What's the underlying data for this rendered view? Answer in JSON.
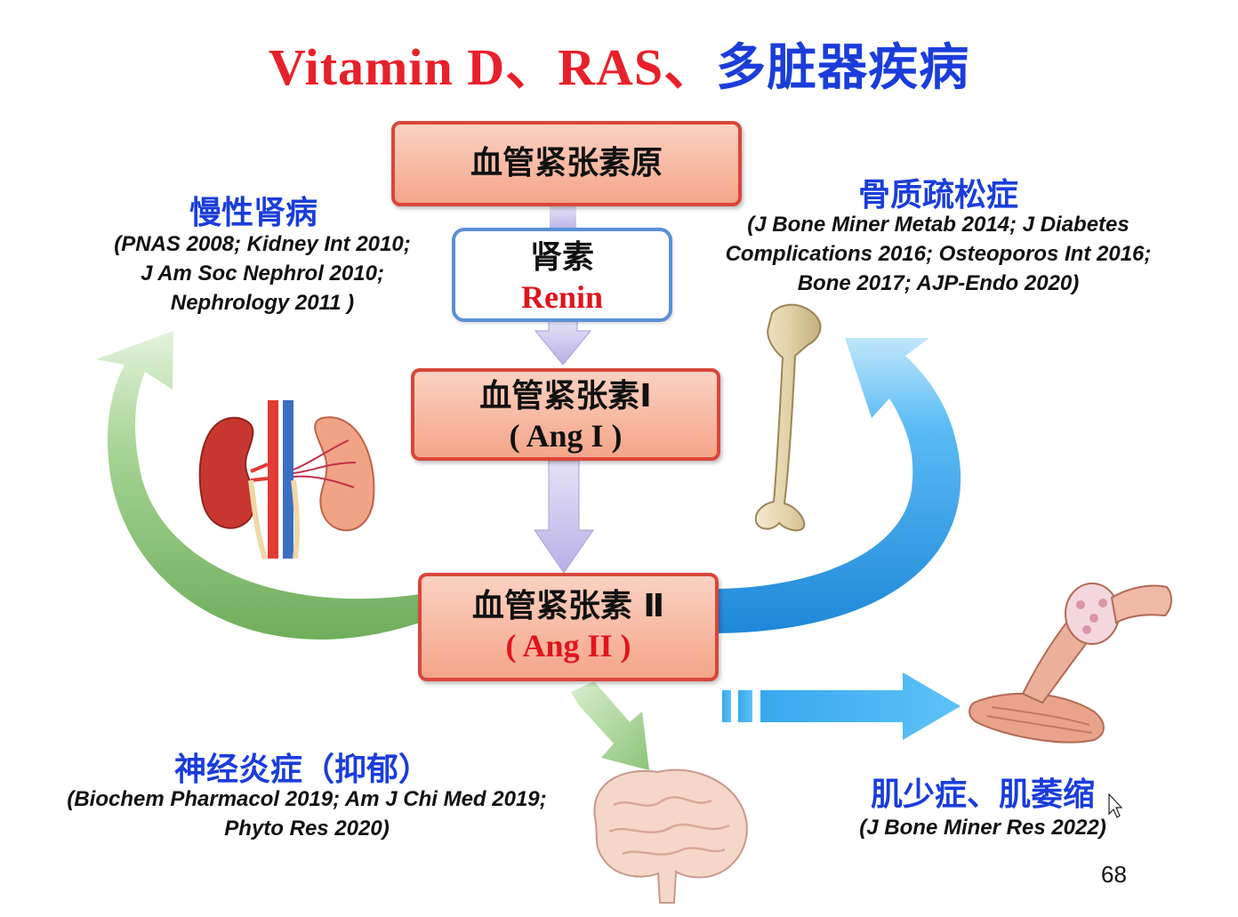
{
  "title": {
    "part1": "Vitamin D、RAS、",
    "part2": "多脏器疾病"
  },
  "boxes": {
    "angiotensinogen": "血管紧张素原",
    "renin_zh": "肾素",
    "renin_en": "Renin",
    "ang1_zh": "血管紧张素Ⅰ",
    "ang1_en": "( Ang I )",
    "ang2_zh": "血管紧张素 Ⅱ",
    "ang2_en": "( Ang II )"
  },
  "outcomes": {
    "ckd": {
      "label": "慢性肾病",
      "refs": [
        "(PNAS 2008; Kidney Int 2010;",
        "J Am Soc Nephrol 2010;",
        "Nephrology 2011 )"
      ]
    },
    "osteoporosis": {
      "label": "骨质疏松症",
      "refs": [
        "(J Bone Miner Metab 2014; J Diabetes",
        "Complications 2016; Osteoporos Int 2016;",
        "Bone 2017; AJP-Endo 2020)"
      ]
    },
    "neuro": {
      "label": "神经炎症（抑郁）",
      "refs": [
        "(Biochem Pharmacol 2019; Am J Chi Med 2019;",
        "Phyto Res 2020)"
      ]
    },
    "sarcopenia": {
      "label": "肌少症、肌萎缩",
      "refs": [
        "(J Bone Miner Res 2022)"
      ]
    }
  },
  "page_number": "68",
  "colors": {
    "title_red": "#e8202a",
    "title_blue": "#1a3ddb",
    "box_border": "#d9463a",
    "box_fill": "#f4a589",
    "renin_border": "#5b8fd6",
    "arrow_green": "#8cc47a",
    "arrow_blue": "#3aa6ec",
    "arrow_lavender": "#c9c2ee"
  },
  "icons": [
    "kidney-icon",
    "bone-icon",
    "brain-icon",
    "muscle-icon",
    "cursor-icon"
  ]
}
